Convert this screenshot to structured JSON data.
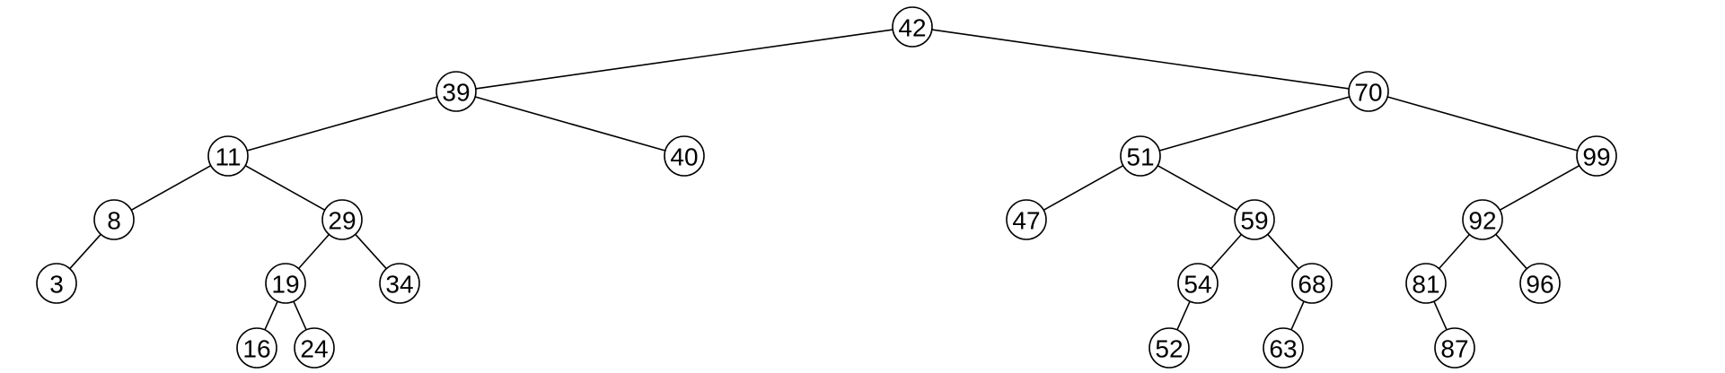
{
  "tree": {
    "nodes": [
      {
        "id": "n42",
        "label": "42"
      },
      {
        "id": "n39",
        "label": "39"
      },
      {
        "id": "n70",
        "label": "70"
      },
      {
        "id": "n11",
        "label": "11"
      },
      {
        "id": "n40",
        "label": "40"
      },
      {
        "id": "n51",
        "label": "51"
      },
      {
        "id": "n99",
        "label": "99"
      },
      {
        "id": "n8",
        "label": "8"
      },
      {
        "id": "n29",
        "label": "29"
      },
      {
        "id": "n47",
        "label": "47"
      },
      {
        "id": "n59",
        "label": "59"
      },
      {
        "id": "n92",
        "label": "92"
      },
      {
        "id": "n3",
        "label": "3"
      },
      {
        "id": "n19",
        "label": "19"
      },
      {
        "id": "n34",
        "label": "34"
      },
      {
        "id": "n54",
        "label": "54"
      },
      {
        "id": "n68",
        "label": "68"
      },
      {
        "id": "n81",
        "label": "81"
      },
      {
        "id": "n96",
        "label": "96"
      },
      {
        "id": "n16",
        "label": "16"
      },
      {
        "id": "n24",
        "label": "24"
      },
      {
        "id": "n52",
        "label": "52"
      },
      {
        "id": "n63",
        "label": "63"
      },
      {
        "id": "n87",
        "label": "87"
      }
    ],
    "edges": [
      {
        "from": "n42",
        "to": "n39"
      },
      {
        "from": "n42",
        "to": "n70"
      },
      {
        "from": "n39",
        "to": "n11"
      },
      {
        "from": "n39",
        "to": "n40"
      },
      {
        "from": "n70",
        "to": "n51"
      },
      {
        "from": "n70",
        "to": "n99"
      },
      {
        "from": "n11",
        "to": "n8"
      },
      {
        "from": "n11",
        "to": "n29"
      },
      {
        "from": "n8",
        "to": "n3"
      },
      {
        "from": "n29",
        "to": "n19"
      },
      {
        "from": "n29",
        "to": "n34"
      },
      {
        "from": "n19",
        "to": "n16"
      },
      {
        "from": "n19",
        "to": "n24"
      },
      {
        "from": "n51",
        "to": "n47"
      },
      {
        "from": "n51",
        "to": "n59"
      },
      {
        "from": "n59",
        "to": "n54"
      },
      {
        "from": "n59",
        "to": "n68"
      },
      {
        "from": "n54",
        "to": "n52"
      },
      {
        "from": "n68",
        "to": "n63"
      },
      {
        "from": "n99",
        "to": "n92"
      },
      {
        "from": "n92",
        "to": "n81"
      },
      {
        "from": "n92",
        "to": "n96"
      },
      {
        "from": "n81",
        "to": "n87"
      }
    ]
  }
}
